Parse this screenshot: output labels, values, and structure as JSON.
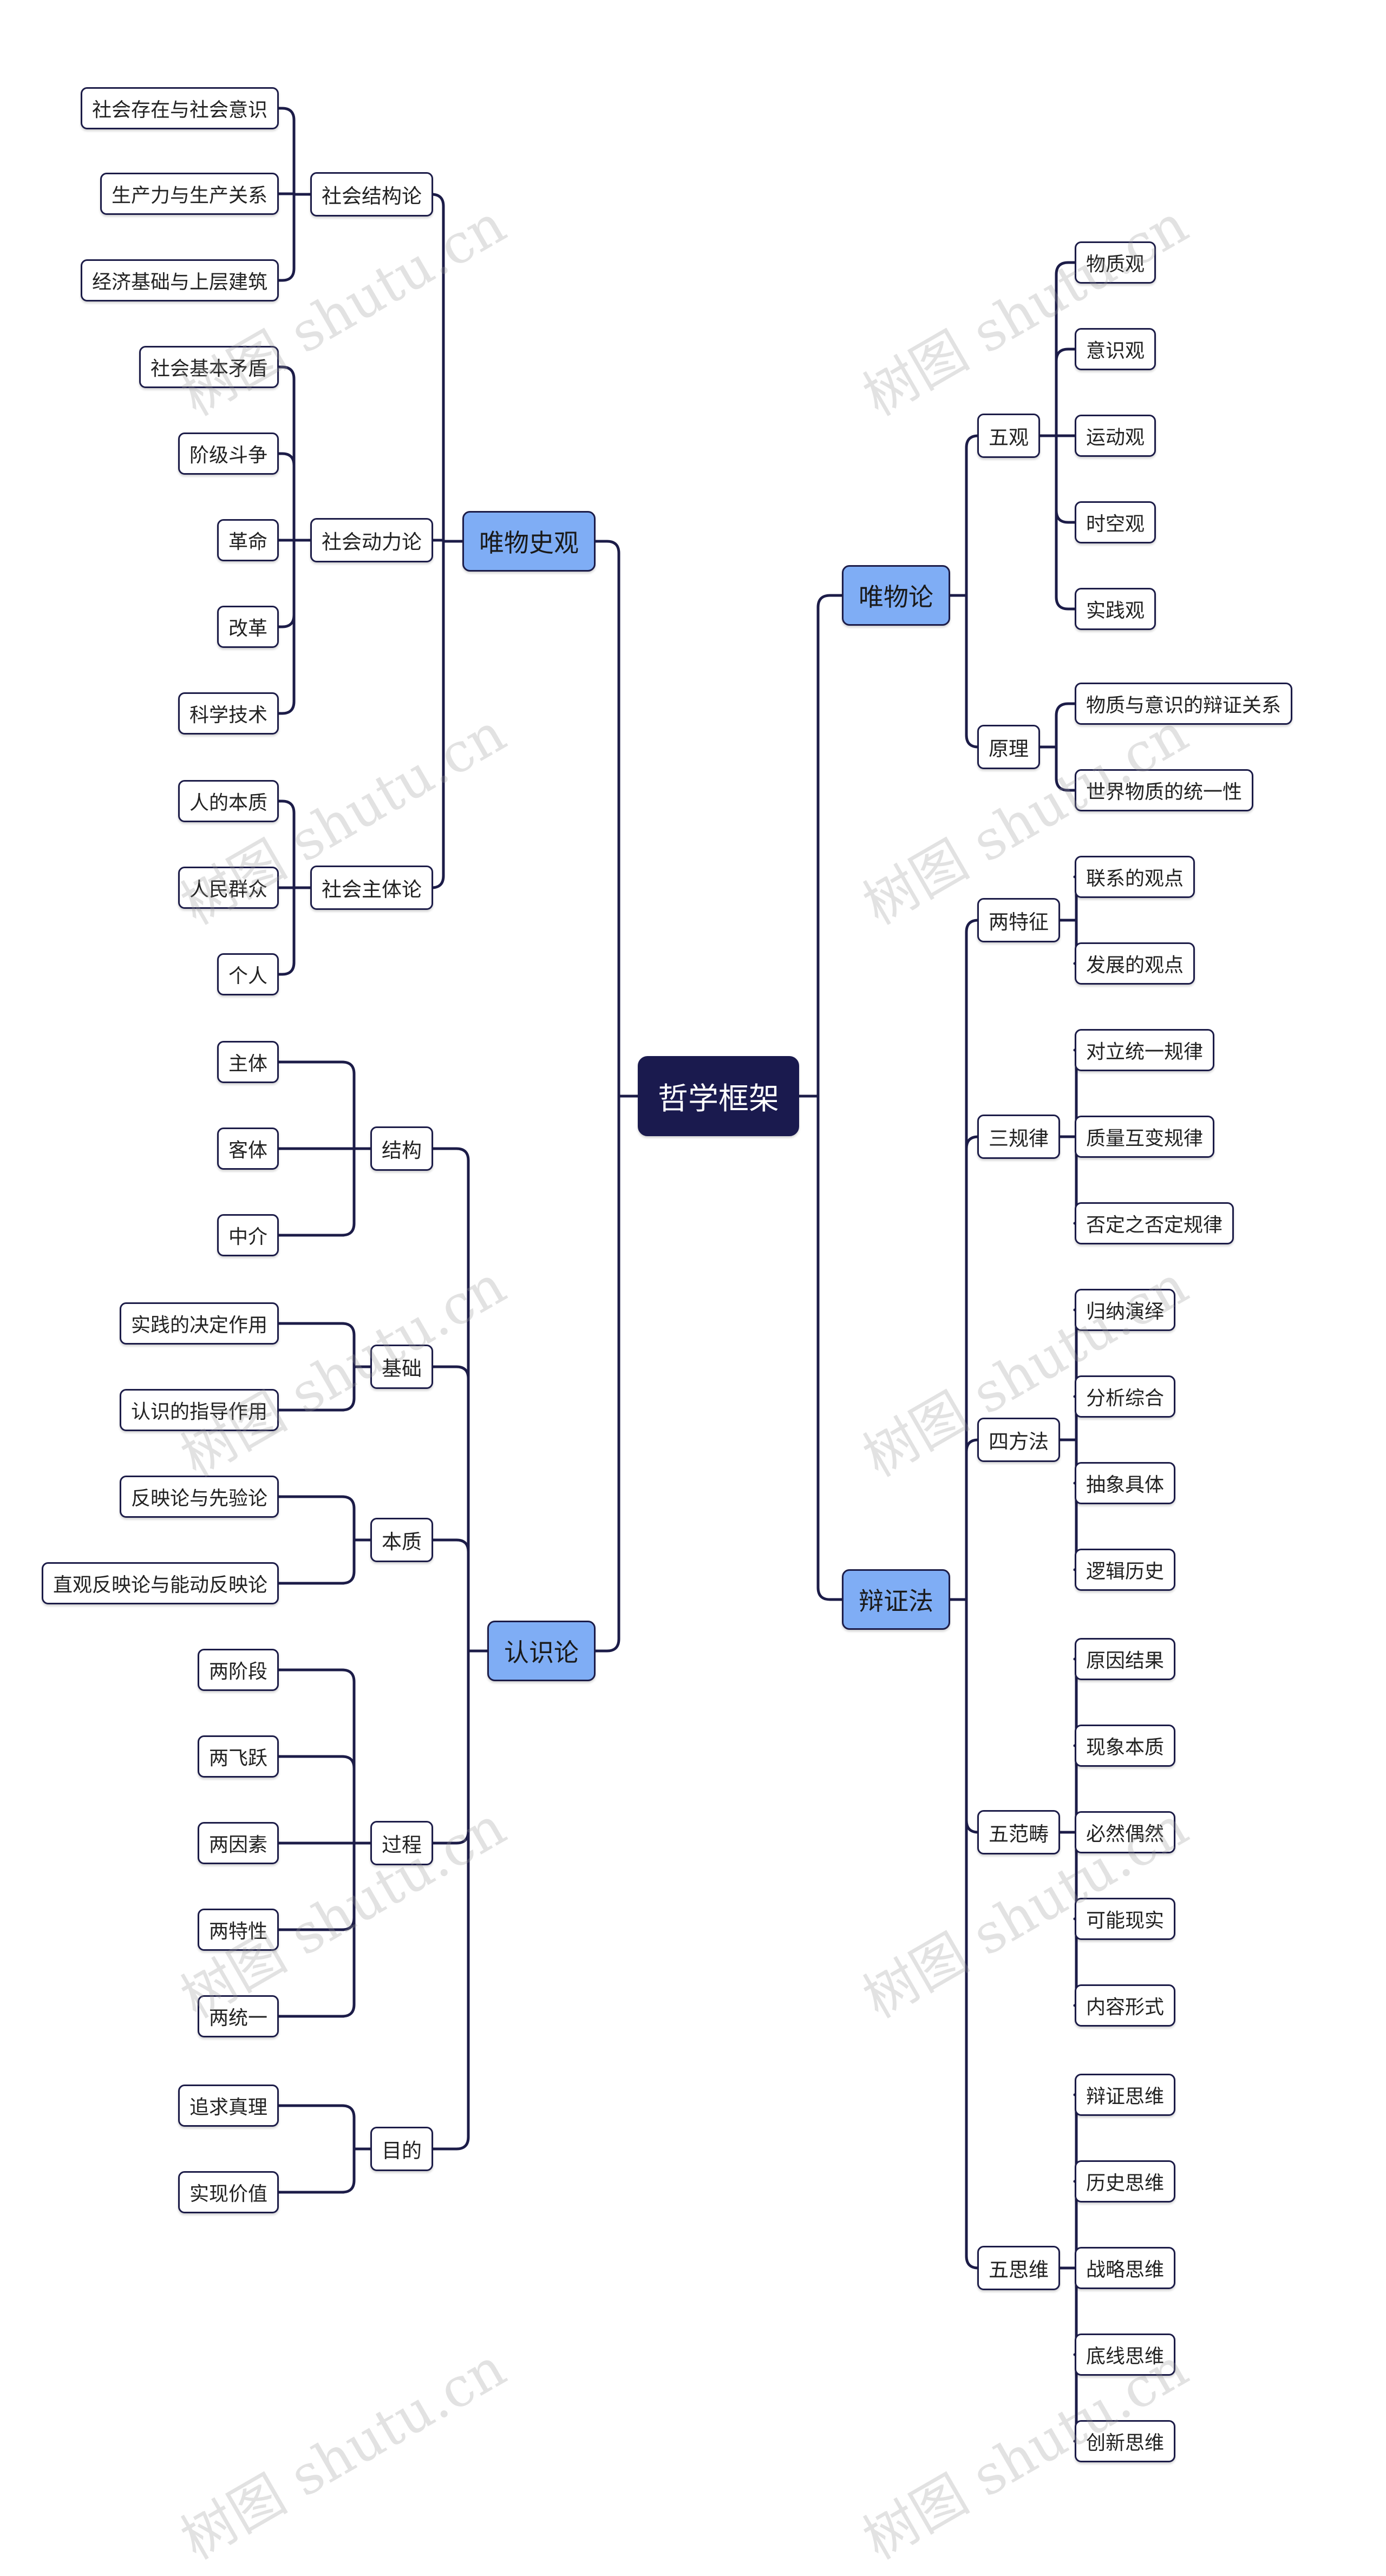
{
  "mindmap": {
    "root": "哲学框架",
    "right": [
      {
        "label": "唯物论",
        "children": [
          {
            "label": "五观",
            "children": [
              "物质观",
              "意识观",
              "运动观",
              "时空观",
              "实践观"
            ]
          },
          {
            "label": "原理",
            "children": [
              "物质与意识的辩证关系",
              "世界物质的统一性"
            ]
          }
        ]
      },
      {
        "label": "辩证法",
        "children": [
          {
            "label": "两特征",
            "children": [
              "联系的观点",
              "发展的观点"
            ]
          },
          {
            "label": "三规律",
            "children": [
              "对立统一规律",
              "质量互变规律",
              "否定之否定规律"
            ]
          },
          {
            "label": "四方法",
            "children": [
              "归纳演绎",
              "分析综合",
              "抽象具体",
              "逻辑历史"
            ]
          },
          {
            "label": "五范畴",
            "children": [
              "原因结果",
              "现象本质",
              "必然偶然",
              "可能现实",
              "内容形式"
            ]
          },
          {
            "label": "五思维",
            "children": [
              "辩证思维",
              "历史思维",
              "战略思维",
              "底线思维",
              "创新思维"
            ]
          }
        ]
      }
    ],
    "left": [
      {
        "label": "唯物史观",
        "children": [
          {
            "label": "社会结构论",
            "children": [
              "社会存在与社会意识",
              "生产力与生产关系",
              "经济基础与上层建筑"
            ]
          },
          {
            "label": "社会动力论",
            "children": [
              "社会基本矛盾",
              "阶级斗争",
              "革命",
              "改革",
              "科学技术"
            ]
          },
          {
            "label": "社会主体论",
            "children": [
              "人的本质",
              "人民群众",
              "个人"
            ]
          }
        ]
      },
      {
        "label": "认识论",
        "children": [
          {
            "label": "结构",
            "children": [
              "主体",
              "客体",
              "中介"
            ]
          },
          {
            "label": "基础",
            "children": [
              "实践的决定作用",
              "认识的指导作用"
            ]
          },
          {
            "label": "本质",
            "children": [
              "反映论与先验论",
              "直观反映论与能动反映论"
            ]
          },
          {
            "label": "过程",
            "children": [
              "两阶段",
              "两飞跃",
              "两因素",
              "两特性",
              "两统一"
            ]
          },
          {
            "label": "目的",
            "children": [
              "追求真理",
              "实现价值"
            ]
          }
        ]
      }
    ]
  },
  "watermark": "树图 shutu.cn",
  "colors": {
    "root": "#1a1a4e",
    "main": "#7fadf5",
    "line": "#1c1c48"
  }
}
